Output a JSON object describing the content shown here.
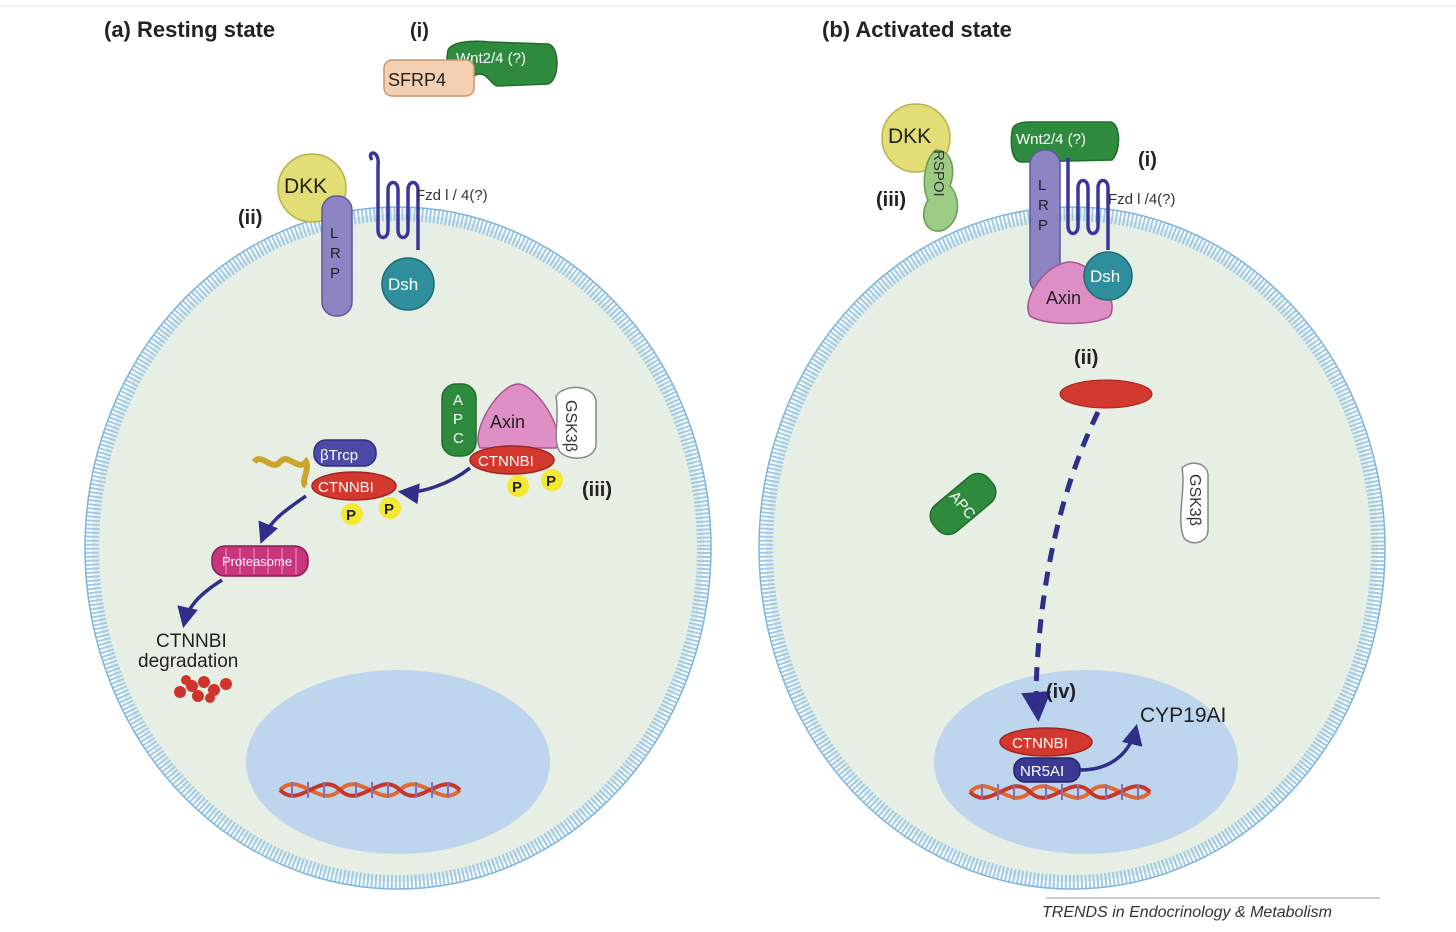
{
  "panels": {
    "a": {
      "title": "(a) Resting state",
      "i": "(i)",
      "ii": "(ii)",
      "iii": "(iii)",
      "sfrp": "SFRP4",
      "wnt": "Wnt2/4 (?)",
      "dkk": "DKK",
      "lrp": [
        "L",
        "R",
        "P"
      ],
      "fzd": "Fzd l / 4(?)",
      "dsh": "Dsh",
      "apc": [
        "A",
        "P",
        "C"
      ],
      "axin": "Axin",
      "gsk": "GSK3β",
      "ctnnb_complex": "CTNNBI",
      "btrcp": "βTrcp",
      "ctnnb_ub": "CTNNBI",
      "p": "P",
      "proteasome": "Proteasome",
      "degradation": [
        "CTNNBI",
        "degradation"
      ]
    },
    "b": {
      "title": "(b) Activated state",
      "i": "(i)",
      "ii": "(ii)",
      "iii": "(iii)",
      "iv": "(iv)",
      "dkk": "DKK",
      "rspo": "RSPOI",
      "wnt": "Wnt2/4 (?)",
      "lrp": [
        "L",
        "R",
        "P"
      ],
      "fzd": "Fzd l /4(?)",
      "dsh": "Dsh",
      "axin": "Axin",
      "apc": "APC",
      "gsk": "GSK3β",
      "ctnnb_nuc": "CTNNBI",
      "nr5a1": "NR5AI",
      "target": "CYP19AI"
    }
  },
  "credit": "TRENDS in Endocrinology & Metabolism",
  "colors": {
    "cell_fill": "#e7efe4",
    "membrane": "#9fcbe8",
    "nucleus": "#bed5ee",
    "dkk": "#e2dd74",
    "wnt": "#2e8b3d",
    "lrp": "#8d84c4",
    "dsh": "#2f8f9c",
    "axin": "#dd8fc6",
    "ctnnb": "#d2382d",
    "phospho": "#f4e833",
    "proteasome": "#c8357d",
    "btrcp": "#4b4aa6",
    "nr5a1": "#3a3a92",
    "arrow": "#2f2f8a"
  }
}
